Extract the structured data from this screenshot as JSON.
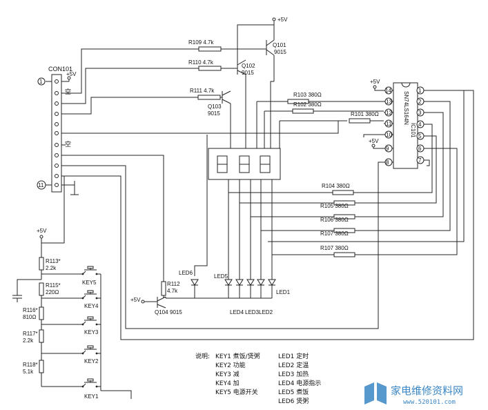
{
  "supply": {
    "v1": "+5V",
    "v2": "+5V",
    "v3": "+5V",
    "v4": "+5V",
    "v5": "+5V",
    "v6": "+5V"
  },
  "connector": {
    "name": "CON101",
    "pin_first": "1",
    "pin_last": "11",
    "nc1": "空",
    "nc2": "空"
  },
  "transistors": [
    {
      "ref": "Q101",
      "type": "9015"
    },
    {
      "ref": "Q102",
      "type": "9015"
    },
    {
      "ref": "Q103",
      "type": "9015"
    },
    {
      "ref": "Q104",
      "type": "9015"
    }
  ],
  "resistors": {
    "r109": "R109 4.7k",
    "r110": "R110 4.7k",
    "r111": "R111 4.7k",
    "r103": "R103 380Ω",
    "r102": "R102 380Ω",
    "r101": "R101 380Ω",
    "r104": "R104 380Ω",
    "r105": "R105 380Ω",
    "r106": "R106 380Ω",
    "r107a": "R107 380Ω",
    "r107b": "R107 380Ω",
    "r112": "R112",
    "r112v": "4.7k",
    "r113": "R113*",
    "r113v": "2.2k",
    "r115": "R115*",
    "r115v": "220Ω",
    "r116": "R116*",
    "r116v": "810Ω",
    "r117": "R117*",
    "r117v": "2.2k",
    "r118": "R118*",
    "r118v": "5.1k"
  },
  "ic": {
    "ref": "IC101",
    "part": "SN74LS164N",
    "pins": [
      "14",
      "13",
      "12",
      "11",
      "10",
      "9",
      "8",
      "1",
      "2",
      "3",
      "4",
      "5",
      "6",
      "7"
    ]
  },
  "leds": {
    "led1": "LED1",
    "led2": "LED2",
    "led3": "LED3",
    "led4": "LED4",
    "led5": "LED5",
    "led6": "LED6"
  },
  "keys": {
    "k1": "KEY1",
    "k2": "KEY2",
    "k3": "KEY3",
    "k4": "KEY4",
    "k5": "KEY5"
  },
  "legend": {
    "title": "说明:",
    "keys": [
      "KEY1 煮饭/煲粥",
      "KEY2 功能",
      "KEY3 减",
      "KEY4 加",
      "KEY5 电源开关"
    ],
    "leds": [
      "LED1 定时",
      "LED2 定温",
      "LED3 加热",
      "LED4 电源指示",
      "LED5 煮饭",
      "LED6 煲粥"
    ]
  },
  "watermark": {
    "name": "家电维修资料网",
    "url": "www.520101.com"
  }
}
